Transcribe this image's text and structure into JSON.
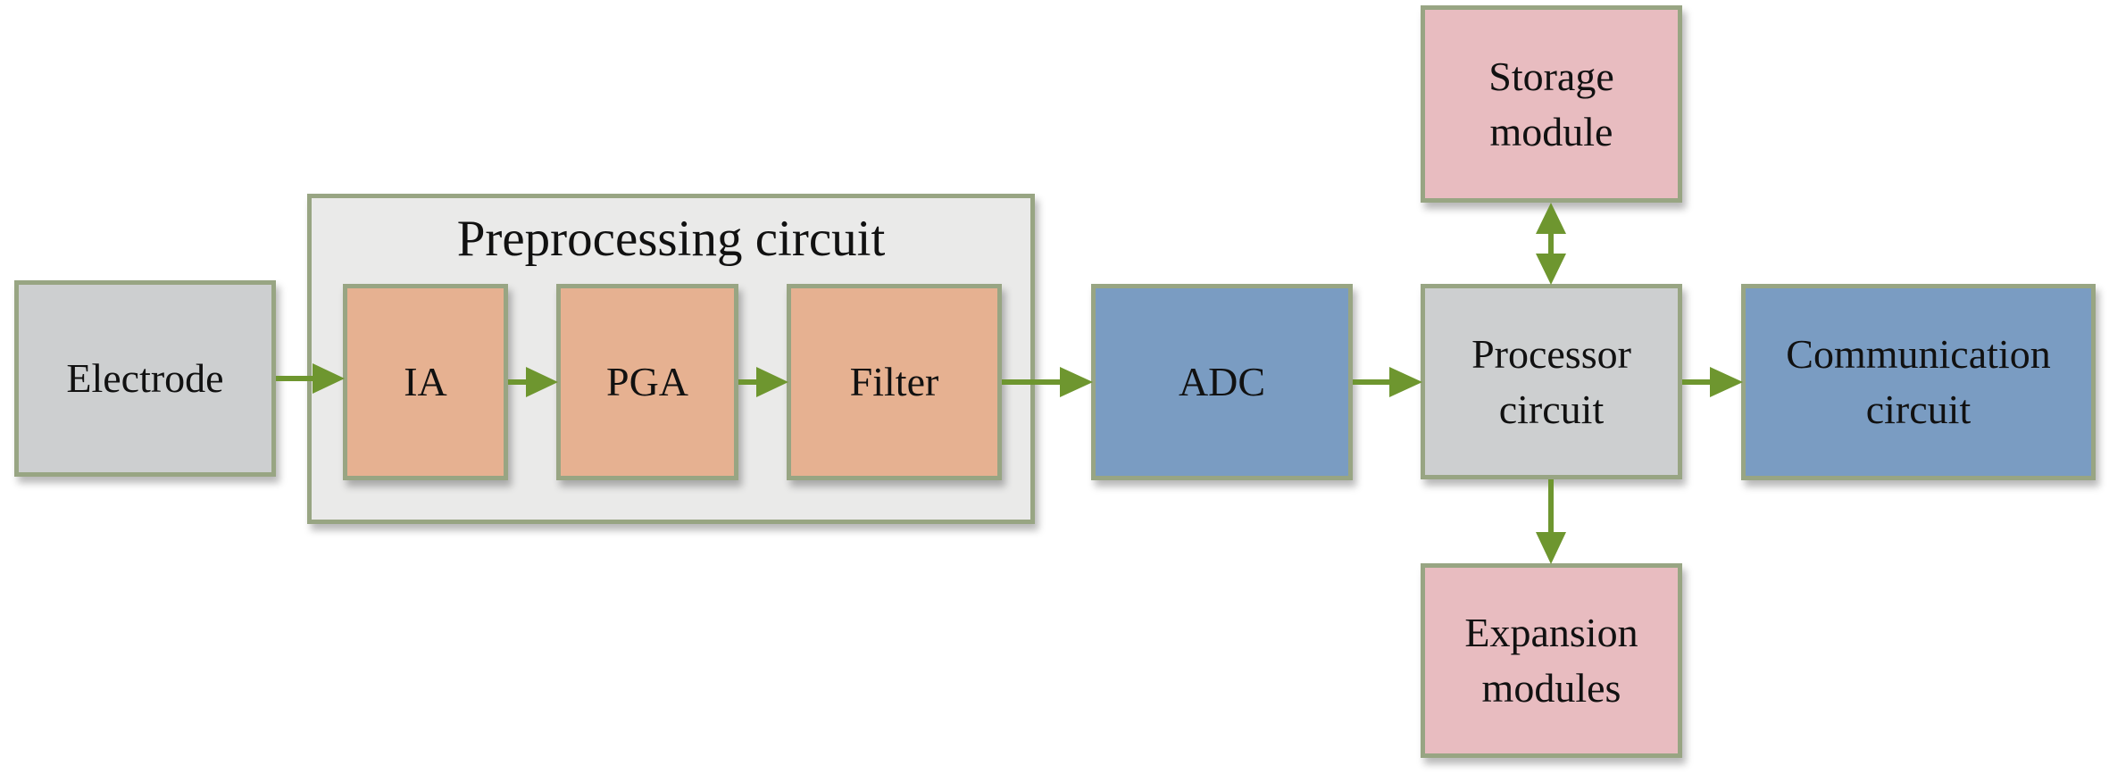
{
  "diagram": {
    "preprocessing": {
      "title": "Preprocessing circuit"
    },
    "blocks": {
      "electrode": "Electrode",
      "ia": "IA",
      "pga": "PGA",
      "filter": "Filter",
      "adc": "ADC",
      "processor": "Processor\ncircuit",
      "communication": "Communication\ncircuit",
      "storage": "Storage\nmodule",
      "expansion": "Expansion\nmodules"
    },
    "connections": [
      {
        "from": "Electrode",
        "to": "IA",
        "type": "one-way"
      },
      {
        "from": "IA",
        "to": "PGA",
        "type": "one-way"
      },
      {
        "from": "PGA",
        "to": "Filter",
        "type": "one-way"
      },
      {
        "from": "Filter",
        "to": "ADC",
        "type": "one-way"
      },
      {
        "from": "ADC",
        "to": "Processor circuit",
        "type": "one-way"
      },
      {
        "from": "Processor circuit",
        "to": "Communication circuit",
        "type": "one-way"
      },
      {
        "from": "Processor circuit",
        "to": "Storage module",
        "type": "two-way"
      },
      {
        "from": "Processor circuit",
        "to": "Expansion modules",
        "type": "one-way"
      }
    ],
    "colors": {
      "arrow": "#6E962F",
      "border": "#98A583",
      "gray_block": "#CDCFD0",
      "orange_block": "#E6B191",
      "blue_block": "#7A9CC2",
      "pink_block": "#E8BCC0",
      "panel": "#EAEAE9"
    }
  }
}
